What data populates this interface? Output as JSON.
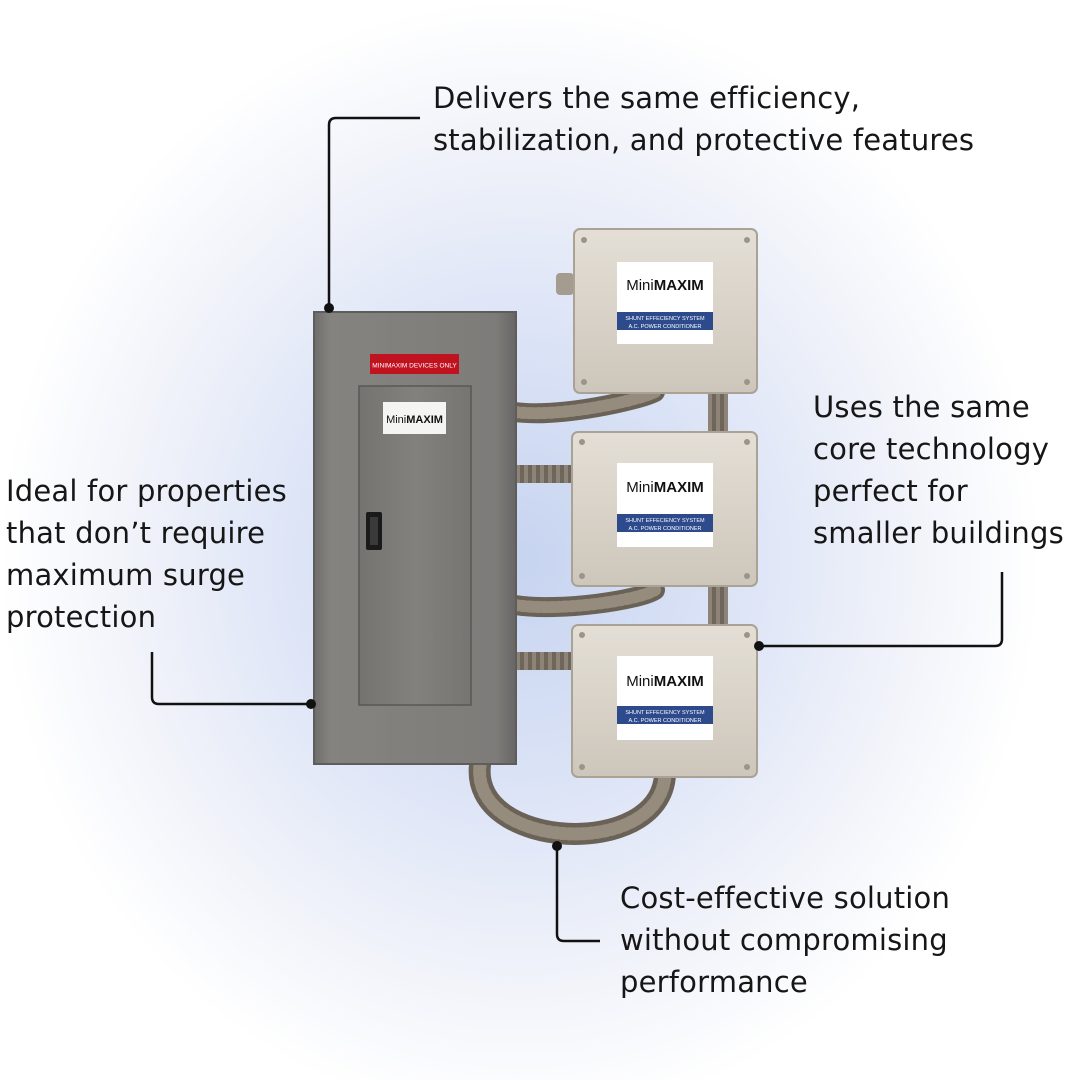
{
  "callouts": {
    "top": "Delivers the same efficiency,\nstabilization, and protective features",
    "left": "Ideal for properties\nthat don’t require\nmaximum surge\nprotection",
    "right": "Uses the same\ncore technology\nperfect for\nsmaller buildings",
    "bottom": "Cost-effective solution\nwithout compromising\nperformance"
  },
  "panel": {
    "warning_label": "MINIMAXIM DEVICES ONLY",
    "brand_mini": "Mini",
    "brand_maxim": "MAXIM"
  },
  "units": [
    {
      "brand_mini": "Mini",
      "brand_maxim": "MAXIM",
      "line1": "SHUNT EFFECIENCY SYSTEM",
      "line2": "A.C. POWER CONDITIONER"
    },
    {
      "brand_mini": "Mini",
      "brand_maxim": "MAXIM",
      "line1": "SHUNT EFFECIENCY SYSTEM",
      "line2": "A.C. POWER CONDITIONER"
    },
    {
      "brand_mini": "Mini",
      "brand_maxim": "MAXIM",
      "line1": "SHUNT EFFECIENCY SYSTEM",
      "line2": "A.C. POWER CONDITIONER"
    }
  ],
  "colors": {
    "panel": "#7f7d7b",
    "unit": "#d8d2c8",
    "label_band": "#2c4a8c",
    "warning": "#c1121f",
    "leader": "#111111"
  }
}
